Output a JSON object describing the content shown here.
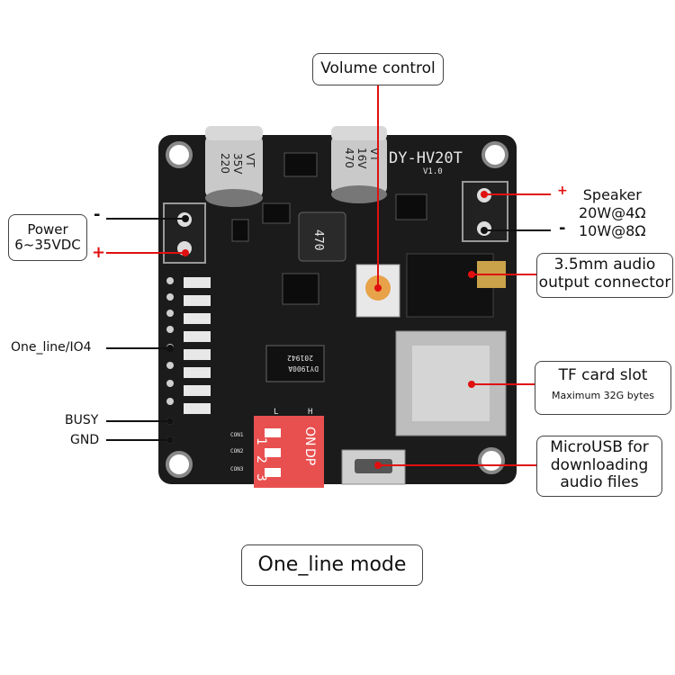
{
  "labels": {
    "volume": "Volume control",
    "power_title": "Power",
    "power_range": "6~35VDC",
    "speaker_title": "Speaker",
    "speaker_4ohm": "20W@4Ω",
    "speaker_8ohm": "10W@8Ω",
    "audio_line1": "3.5mm audio",
    "audio_line2": "output connector",
    "tf_title": "TF card slot",
    "tf_sub": "Maximum 32G bytes",
    "usb_line1": "MicroUSB for",
    "usb_line2": "downloading",
    "usb_line3": "audio files",
    "one_line_io4": "One_line/IO4",
    "busy": "BUSY",
    "gnd": "GND",
    "mode": "One_line mode"
  },
  "symbols": {
    "minus": "-",
    "plus": "+"
  },
  "board": {
    "model": "DY-HV20T",
    "version": "V1.0",
    "cap_left": [
      "220",
      "35V",
      "VT"
    ],
    "cap_right": [
      "470",
      "16V",
      "VT"
    ],
    "inductor": "470",
    "chip": "DY1900A",
    "chip_code": "201942",
    "dip_top": [
      "ON",
      "DP"
    ],
    "dip_numbers": [
      "1",
      "2",
      "3"
    ],
    "dip_l": "L",
    "dip_h": "H",
    "con_labels": [
      "CON1",
      "CON2",
      "CON3"
    ]
  },
  "colors": {
    "pointer_red": "#e01010",
    "pointer_black": "#111111",
    "pcb": "#1b1b1b",
    "dip_switch": "#e8504f"
  }
}
